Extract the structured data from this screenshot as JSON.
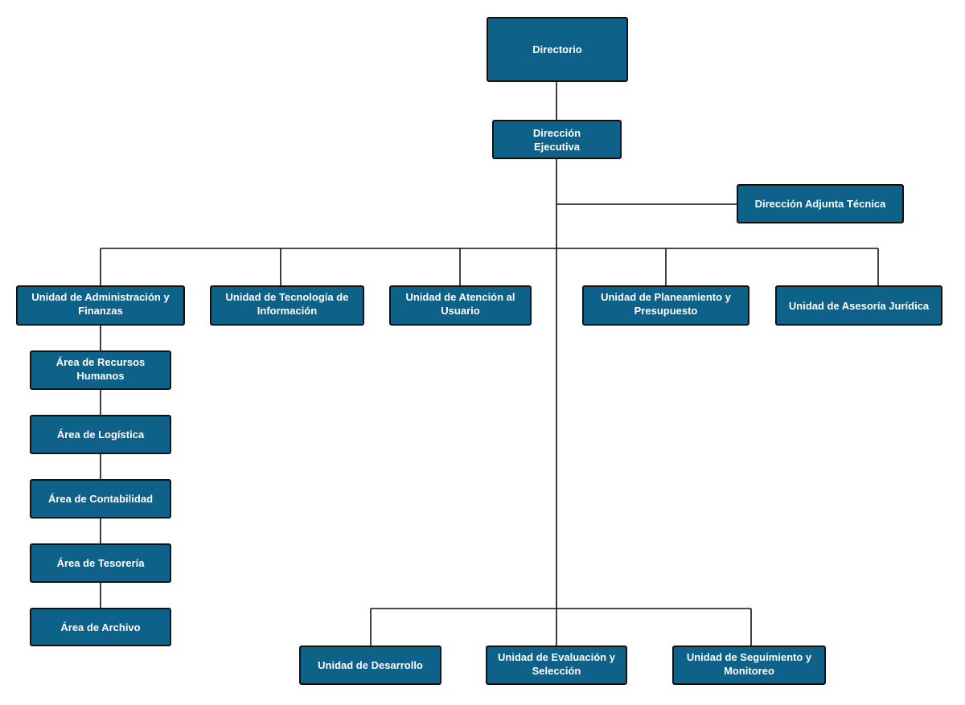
{
  "colors": {
    "box_fill": "#0e6189",
    "box_border": "#111111",
    "box_text": "#ffffff",
    "connector": "#111111"
  },
  "nodes": {
    "directorio": "Directorio",
    "direccion_ejecutiva": "Dirección Ejecutiva",
    "direccion_adjunta_tecnica": "Dirección Adjunta Técnica",
    "unidad_administracion_finanzas": "Unidad de Administración y Finanzas",
    "unidad_tecnologia_informacion": "Unidad de Tecnología de Información",
    "unidad_atencion_usuario": "Unidad de Atención al Usuario",
    "unidad_planeamiento_presupuesto": "Unidad de Planeamiento y Presupuesto",
    "unidad_asesoria_juridica": "Unidad de Asesoría Jurídica",
    "area_recursos_humanos": "Área de Recursos Humanos",
    "area_logistica": "Área de Logística",
    "area_contabilidad": "Área de Contabilidad",
    "area_tesoreria": "Área de Tesorería",
    "area_archivo": "Área de Archivo",
    "unidad_desarrollo": "Unidad de Desarrollo",
    "unidad_evaluacion_seleccion": "Unidad de Evaluación y Selección",
    "unidad_seguimiento_monitoreo": "Unidad de Seguimiento y Monitoreo"
  }
}
